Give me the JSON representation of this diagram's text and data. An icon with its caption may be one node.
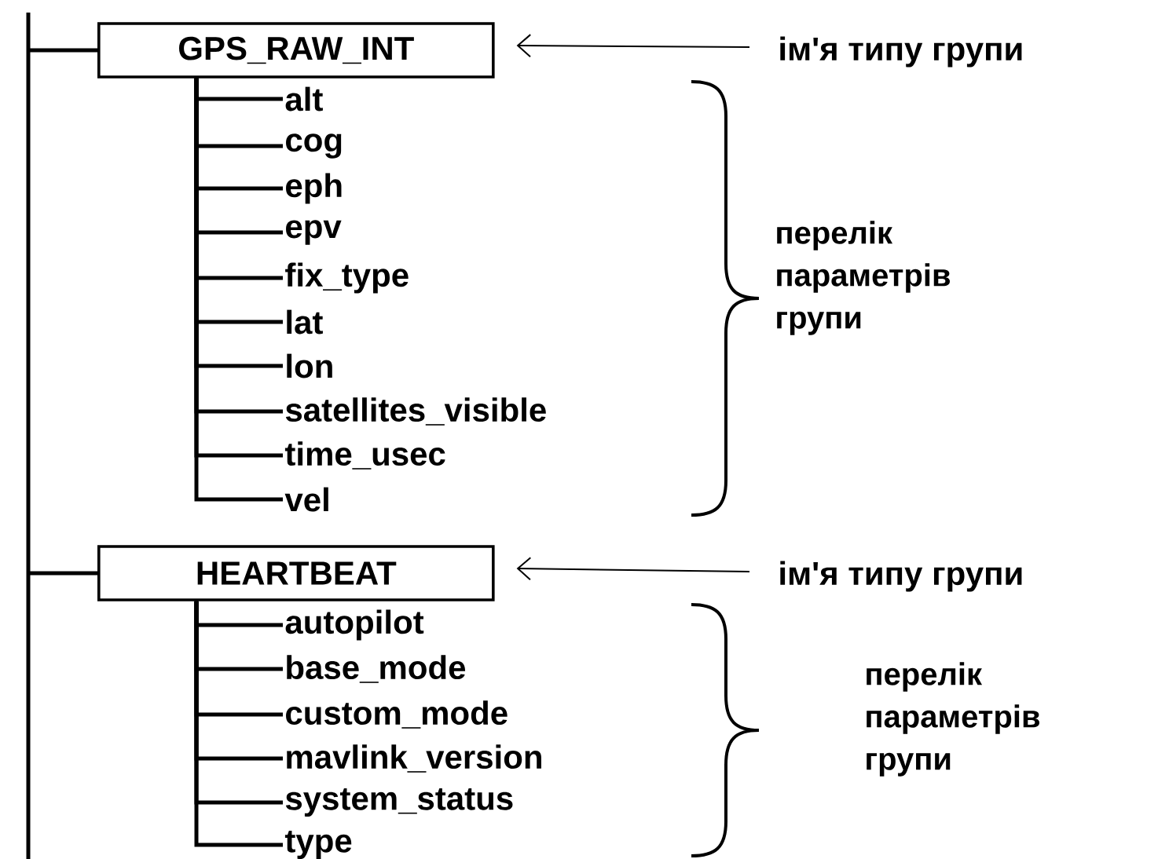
{
  "diagram": {
    "nodes": [
      {
        "text": [
          "GPS_RAW_INT"
        ]
      },
      {
        "text": [
          "alt"
        ]
      },
      {
        "text": [
          "cog"
        ]
      },
      {
        "text": [
          "eph"
        ]
      },
      {
        "text": [
          "epv"
        ]
      },
      {
        "text": [
          "fix_type"
        ]
      },
      {
        "text": [
          "lat"
        ]
      },
      {
        "text": [
          "lon"
        ]
      },
      {
        "text": [
          "satellites_visible"
        ]
      },
      {
        "text": [
          "time_usec"
        ]
      },
      {
        "text": [
          "vel"
        ]
      },
      {
        "text": [
          "ім'я типу групи"
        ]
      },
      {
        "text": [
          "HEARTBEAT"
        ]
      },
      {
        "text": [
          "autopilot"
        ]
      },
      {
        "text": [
          "base_mode"
        ]
      },
      {
        "text": [
          "custom_mode"
        ]
      },
      {
        "text": [
          "mavlink_version"
        ]
      },
      {
        "text": [
          "system_status"
        ]
      },
      {
        "text": [
          "type"
        ]
      },
      {
        "text": [
          "ім'я типу групи"
        ]
      }
    ],
    "edges": [
      {
        "from": null,
        "to": 0,
        "arrow": "none"
      },
      {
        "from": 0,
        "to": 1,
        "arrow": "none"
      },
      {
        "from": 0,
        "to": 2,
        "arrow": "none"
      },
      {
        "from": 0,
        "to": 3,
        "arrow": "none"
      },
      {
        "from": 0,
        "to": 4,
        "arrow": "none"
      },
      {
        "from": 0,
        "to": 5,
        "arrow": "none"
      },
      {
        "from": 0,
        "to": 6,
        "arrow": "none"
      },
      {
        "from": 0,
        "to": 7,
        "arrow": "none"
      },
      {
        "from": 0,
        "to": 8,
        "arrow": "none"
      },
      {
        "from": 0,
        "to": 9,
        "arrow": "none"
      },
      {
        "from": 0,
        "to": 10,
        "arrow": "none"
      },
      {
        "from": 11,
        "to": 0,
        "arrow": "to"
      },
      {
        "from": null,
        "to": 12,
        "arrow": "none"
      },
      {
        "from": 12,
        "to": 13,
        "arrow": "none"
      },
      {
        "from": 12,
        "to": 14,
        "arrow": "none"
      },
      {
        "from": 12,
        "to": 15,
        "arrow": "none"
      },
      {
        "from": 12,
        "to": 16,
        "arrow": "none"
      },
      {
        "from": 12,
        "to": 17,
        "arrow": "none"
      },
      {
        "from": 12,
        "to": 18,
        "arrow": "none"
      },
      {
        "from": 19,
        "to": 12,
        "arrow": "to"
      }
    ],
    "labels": [
      "перелік параметрів групи",
      "перелік параметрів групи"
    ]
  }
}
